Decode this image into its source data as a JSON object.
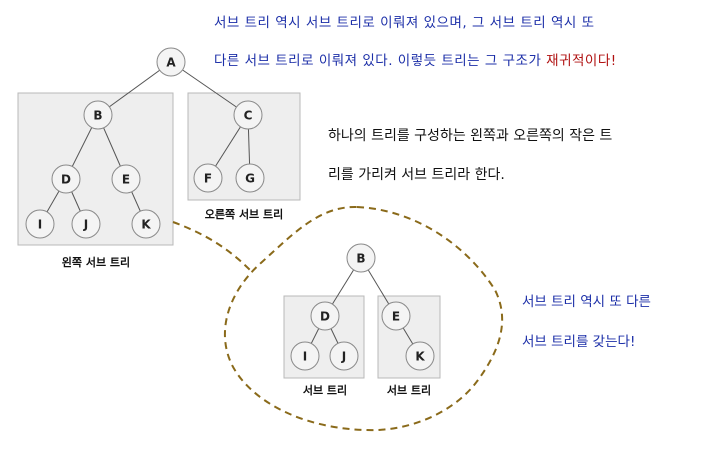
{
  "notes": {
    "recursion_line1": "서브 트리 역시 서브 트리로 이뤄져 있으며, 그 서브 트리 역시 또",
    "recursion_line2_pre": "다른 서브 트리로 이뤄져 있다. 이렇듯 트리는 그 구조가 ",
    "recursion_line2_em": "재귀적이다!",
    "definition_line1": "하나의 트리를 구성하는 왼쪽과 오른쪽의 작은 트",
    "definition_line2": "리를 가리켜 서브 트리라 한다.",
    "subtree_line1": "서브 트리 역시 또 다른",
    "subtree_line2": "서브 트리를 갖는다!"
  },
  "labels": {
    "left_subtree": "왼쪽 서브 트리",
    "right_subtree": "오른쪽 서브 트리",
    "sub_left": "서브 트리",
    "sub_right": "서브 트리"
  },
  "nodes": {
    "A": "A",
    "B": "B",
    "C": "C",
    "D": "D",
    "E": "E",
    "F": "F",
    "G": "G",
    "I": "I",
    "J": "J",
    "K": "K",
    "B2": "B",
    "D2": "D",
    "E2": "E",
    "I2": "I",
    "J2": "J",
    "K2": "K"
  },
  "colors": {
    "handwriting": "#1c2fa8",
    "emphasis": "#b01010",
    "dashed_outline": "#8a6a1a",
    "box_fill": "#eeeeee"
  }
}
